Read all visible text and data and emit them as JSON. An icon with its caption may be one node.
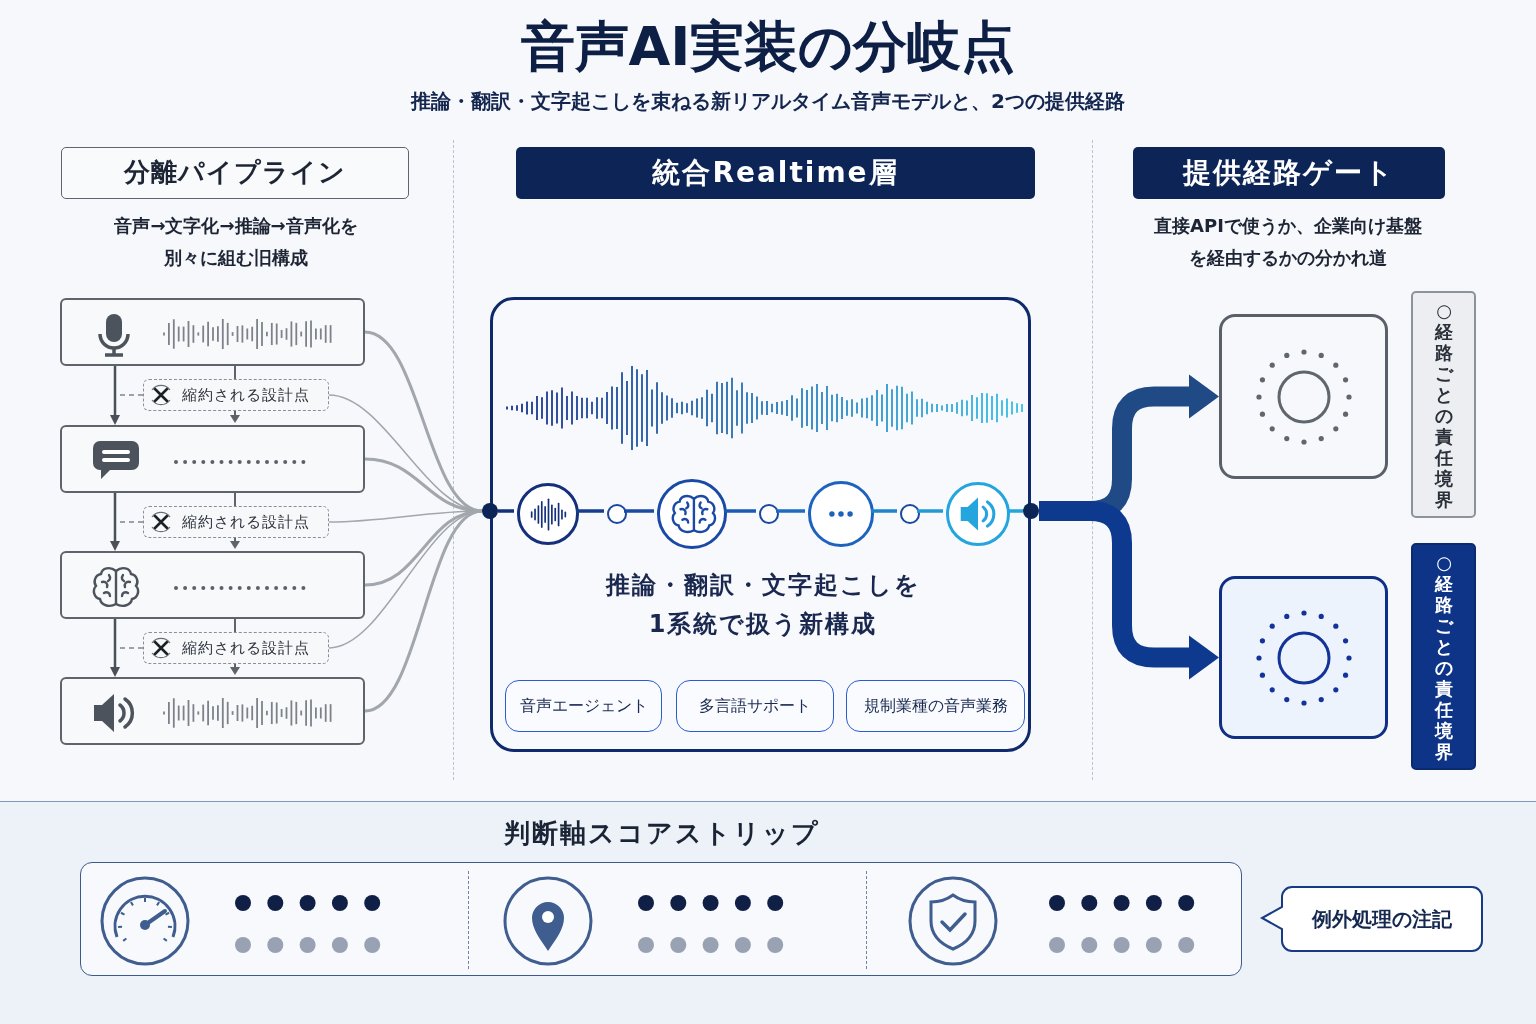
{
  "diagram": {
    "title": "音声AI実装の分岐点",
    "nodes": [
      {
        "text": [
          "分離パイプライン"
        ],
        "beside": [
          "音声→文字化→推論→音声化を別々に組む旧構成"
        ]
      },
      {
        "text": [
          "統合Realtime層"
        ]
      },
      {
        "text": [
          "提供経路ゲート"
        ],
        "beside": [
          "直接APIで使うか、企業向け基盤を経由するかの分かれ道"
        ]
      },
      {
        "text": [],
        "shape": "box"
      },
      {
        "text": [],
        "shape": "box"
      },
      {
        "text": [],
        "shape": "box"
      },
      {
        "text": [],
        "shape": "box"
      },
      {
        "text": [
          "縮約される設計点"
        ]
      },
      {
        "text": [
          "縮約される設計点"
        ]
      },
      {
        "text": [
          "縮約される設計点"
        ]
      },
      {
        "text": [
          "推論・翻訳・文字起こしを1系統で扱う新構成"
        ]
      },
      {
        "text": [],
        "shape": "circle"
      },
      {
        "text": [],
        "shape": "circle",
        "in": 10
      },
      {
        "text": [],
        "shape": "circle",
        "in": 10
      },
      {
        "text": [],
        "shape": "circle",
        "in": 10
      },
      {
        "text": [],
        "shape": "circle",
        "in": 10
      },
      {
        "text": [],
        "shape": "circle",
        "in": 10
      },
      {
        "text": [],
        "shape": "circle",
        "in": 10
      },
      {
        "text": [],
        "shape": "circle",
        "in": 10
      },
      {
        "text": [],
        "shape": "circle"
      },
      {
        "text": [
          "音声エージェント"
        ],
        "in": 10
      },
      {
        "text": [
          "多言語サポート"
        ],
        "in": 10
      },
      {
        "text": [
          "規制業種の音声業務"
        ],
        "in": 10
      },
      {
        "text": [],
        "shape": "box"
      },
      {
        "text": [],
        "shape": "box"
      },
      {
        "text": [
          "○経路ごとの責任境界"
        ]
      },
      {
        "text": [
          "○経路ごとの責任境界"
        ]
      },
      {
        "text": [
          "判断軸スコアストリップ"
        ]
      },
      {
        "text": [
          "例外処理の注記"
        ]
      }
    ],
    "edges": [
      {
        "from": 3,
        "to": 4,
        "arrow": "to",
        "color": "#4b5058"
      },
      {
        "from": 4,
        "to": 5,
        "arrow": "to",
        "color": "#4b5058"
      },
      {
        "from": 5,
        "to": 6,
        "arrow": "to",
        "color": "#4b5058"
      },
      {
        "from": 3,
        "to": 7,
        "arrow": "none",
        "color": "#5f646c"
      },
      {
        "from": 7,
        "to": 4,
        "arrow": "to",
        "color": "#5f646c"
      },
      {
        "from": 4,
        "to": 8,
        "arrow": "none",
        "color": "#5f646c"
      },
      {
        "from": 8,
        "to": 5,
        "arrow": "to",
        "color": "#5f646c"
      },
      {
        "from": 5,
        "to": 9,
        "arrow": "none",
        "color": "#5f646c"
      },
      {
        "from": 9,
        "to": 6,
        "arrow": "to",
        "color": "#5f646c"
      },
      {
        "from": 7,
        "to": null,
        "arrow": "none",
        "style": "dashed",
        "color": "#80858d"
      },
      {
        "from": 8,
        "to": null,
        "arrow": "none",
        "style": "dashed",
        "color": "#80858d"
      },
      {
        "from": 9,
        "to": null,
        "arrow": "none",
        "style": "dashed",
        "color": "#80858d"
      },
      {
        "from": 3,
        "to": 11,
        "arrow": "none"
      },
      {
        "from": 7,
        "to": 11,
        "arrow": "none"
      },
      {
        "from": 4,
        "to": 11,
        "arrow": "none"
      },
      {
        "from": 8,
        "to": 11,
        "arrow": "none"
      },
      {
        "from": 5,
        "to": 11,
        "arrow": "none"
      },
      {
        "from": 9,
        "to": 11,
        "arrow": "none"
      },
      {
        "from": 6,
        "to": 11,
        "arrow": "none"
      },
      {
        "from": 11,
        "to": 12,
        "arrow": "none",
        "color": "#14307a"
      },
      {
        "from": 12,
        "to": 13,
        "arrow": "none",
        "color": "#183c8e"
      },
      {
        "from": 13,
        "to": 14,
        "arrow": "none",
        "color": "#1b4aa2"
      },
      {
        "from": 14,
        "to": 15,
        "arrow": "none",
        "color": "#1d5ab4"
      },
      {
        "from": 15,
        "to": 16,
        "arrow": "none",
        "color": "#1e6cc2"
      },
      {
        "from": 16,
        "to": 17,
        "arrow": "none",
        "color": "#1f84cc"
      },
      {
        "from": 17,
        "to": 18,
        "arrow": "none",
        "color": "#229ad6"
      },
      {
        "from": 18,
        "to": 19,
        "arrow": "none",
        "color": "#23a6dc"
      },
      {
        "from": 19,
        "to": 23,
        "arrow": "to",
        "style": "thick",
        "color": "#1f4a86"
      },
      {
        "from": 19,
        "to": 24,
        "arrow": "to",
        "style": "thick",
        "color": "#0d3a8f"
      }
    ],
    "labels": [
      "推論・翻訳・文字起こしを束ねる新リアルタイム音声モデルと、2つの提供経路"
    ]
  }
}
